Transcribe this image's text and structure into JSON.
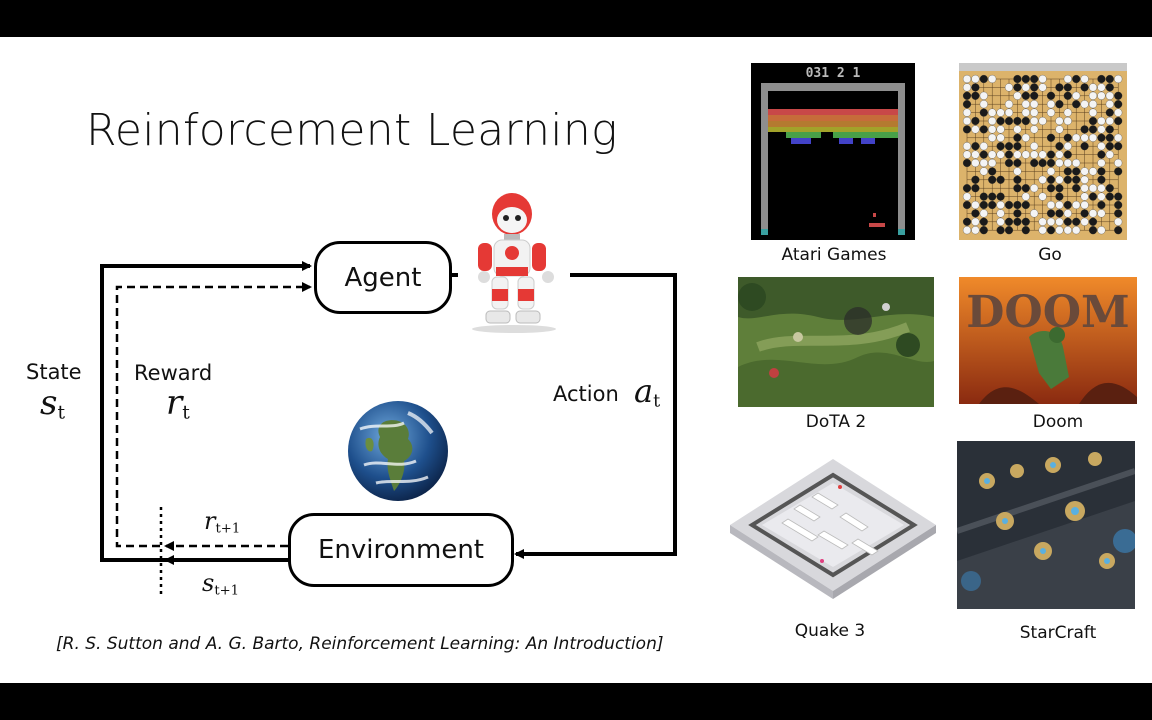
{
  "slide": {
    "title": "Reinforcement Learning",
    "citation": "[R. S. Sutton and A. G. Barto, Reinforcement Learning: An Introduction]"
  },
  "diagram": {
    "agent_label": "Agent",
    "environment_label": "Environment",
    "state_label": "State",
    "state_symbol": "s",
    "state_sub": "t",
    "reward_label": "Reward",
    "reward_symbol": "r",
    "reward_sub": "t",
    "action_label": "Action",
    "action_symbol": "a",
    "action_sub": "t",
    "next_reward_symbol": "r",
    "next_reward_sub": "t+1",
    "next_state_symbol": "s",
    "next_state_sub": "t+1",
    "agent_icon": "robot-icon",
    "environment_icon": "earth-globe-icon"
  },
  "examples": [
    {
      "caption": "Atari Games",
      "icon": "atari-breakout-screenshot"
    },
    {
      "caption": "Go",
      "icon": "go-board-screenshot"
    },
    {
      "caption": "DoTA 2",
      "icon": "dota2-screenshot"
    },
    {
      "caption": "Doom",
      "icon": "doom-cover-art"
    },
    {
      "caption": "Quake 3",
      "icon": "quake3-maze-render"
    },
    {
      "caption": "StarCraft",
      "icon": "starcraft-screenshot"
    }
  ],
  "atari_score": "031 2 1",
  "colors": {
    "background": "#ffffff",
    "frame": "#000000",
    "text": "#111111"
  }
}
